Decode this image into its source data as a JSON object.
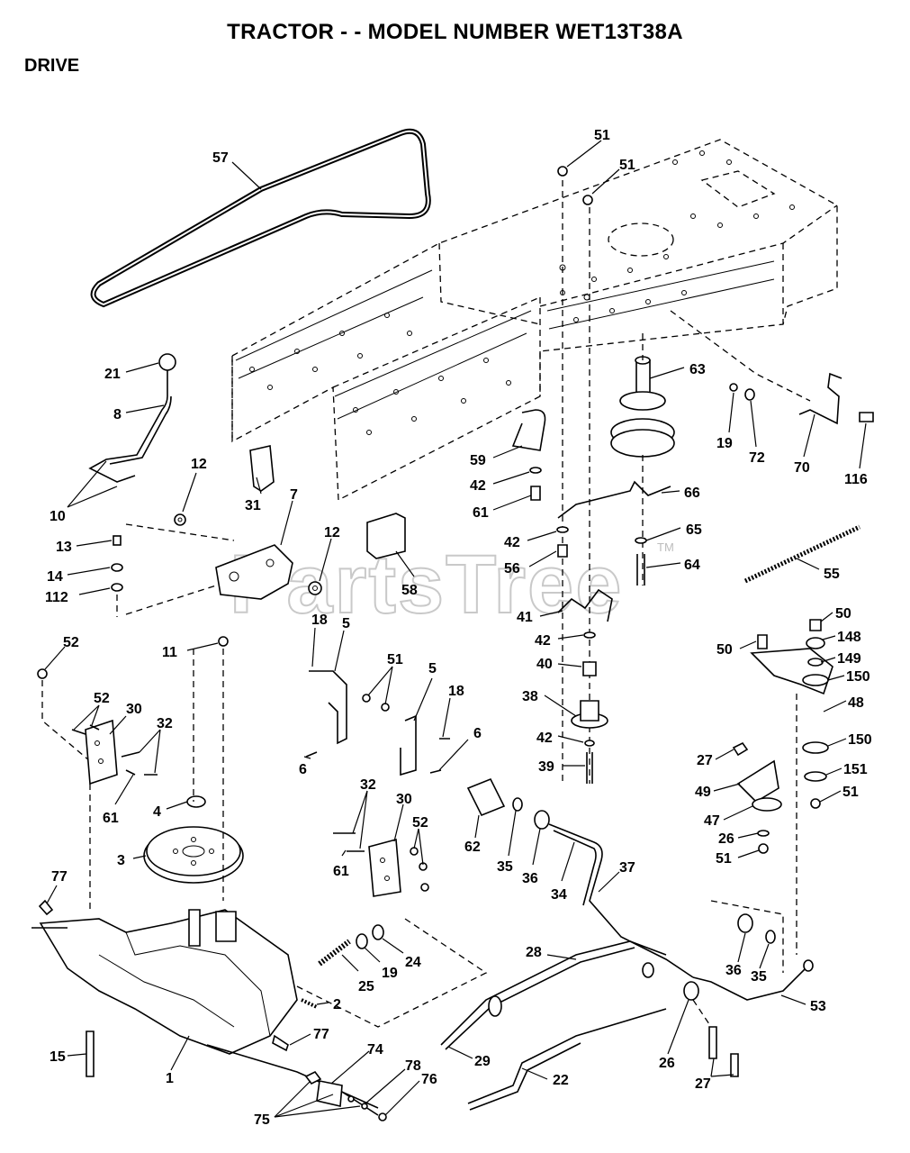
{
  "header": {
    "title": "TRACTOR - - MODEL NUMBER WET13T38A",
    "section": "DRIVE"
  },
  "watermark": {
    "text": "PartsTree",
    "mark": "TM"
  },
  "callouts": [
    {
      "id": "57",
      "text": "57"
    },
    {
      "id": "51a",
      "text": "51"
    },
    {
      "id": "51b",
      "text": "51"
    },
    {
      "id": "21",
      "text": "21"
    },
    {
      "id": "8",
      "text": "8"
    },
    {
      "id": "12a",
      "text": "12"
    },
    {
      "id": "10",
      "text": "10"
    },
    {
      "id": "31",
      "text": "31"
    },
    {
      "id": "7",
      "text": "7"
    },
    {
      "id": "12b",
      "text": "12"
    },
    {
      "id": "13",
      "text": "13"
    },
    {
      "id": "14",
      "text": "14"
    },
    {
      "id": "112",
      "text": "112"
    },
    {
      "id": "58",
      "text": "58"
    },
    {
      "id": "63",
      "text": "63"
    },
    {
      "id": "19a",
      "text": "19"
    },
    {
      "id": "72",
      "text": "72"
    },
    {
      "id": "70",
      "text": "70"
    },
    {
      "id": "116",
      "text": "116"
    },
    {
      "id": "59",
      "text": "59"
    },
    {
      "id": "42a",
      "text": "42"
    },
    {
      "id": "61a",
      "text": "61"
    },
    {
      "id": "66",
      "text": "66"
    },
    {
      "id": "42b",
      "text": "42"
    },
    {
      "id": "65",
      "text": "65"
    },
    {
      "id": "56",
      "text": "56"
    },
    {
      "id": "64",
      "text": "64"
    },
    {
      "id": "55",
      "text": "55"
    },
    {
      "id": "41",
      "text": "41"
    },
    {
      "id": "42c",
      "text": "42"
    },
    {
      "id": "40",
      "text": "40"
    },
    {
      "id": "38",
      "text": "38"
    },
    {
      "id": "42d",
      "text": "42"
    },
    {
      "id": "39",
      "text": "39"
    },
    {
      "id": "50a",
      "text": "50"
    },
    {
      "id": "50b",
      "text": "50"
    },
    {
      "id": "148",
      "text": "148"
    },
    {
      "id": "149",
      "text": "149"
    },
    {
      "id": "150a",
      "text": "150"
    },
    {
      "id": "48",
      "text": "48"
    },
    {
      "id": "150b",
      "text": "150"
    },
    {
      "id": "27a",
      "text": "27"
    },
    {
      "id": "151",
      "text": "151"
    },
    {
      "id": "49",
      "text": "49"
    },
    {
      "id": "51c",
      "text": "51"
    },
    {
      "id": "47",
      "text": "47"
    },
    {
      "id": "26a",
      "text": "26"
    },
    {
      "id": "51d",
      "text": "51"
    },
    {
      "id": "52a",
      "text": "52"
    },
    {
      "id": "11",
      "text": "11"
    },
    {
      "id": "18a",
      "text": "18"
    },
    {
      "id": "5a",
      "text": "5"
    },
    {
      "id": "51e",
      "text": "51"
    },
    {
      "id": "5b",
      "text": "5"
    },
    {
      "id": "18b",
      "text": "18"
    },
    {
      "id": "6a",
      "text": "6"
    },
    {
      "id": "6b",
      "text": "6"
    },
    {
      "id": "52b",
      "text": "52"
    },
    {
      "id": "30a",
      "text": "30"
    },
    {
      "id": "32a",
      "text": "32"
    },
    {
      "id": "61b",
      "text": "61"
    },
    {
      "id": "4",
      "text": "4"
    },
    {
      "id": "3",
      "text": "3"
    },
    {
      "id": "32b",
      "text": "32"
    },
    {
      "id": "30b",
      "text": "30"
    },
    {
      "id": "52c",
      "text": "52"
    },
    {
      "id": "61c",
      "text": "61"
    },
    {
      "id": "62",
      "text": "62"
    },
    {
      "id": "35a",
      "text": "35"
    },
    {
      "id": "36a",
      "text": "36"
    },
    {
      "id": "34",
      "text": "34"
    },
    {
      "id": "37",
      "text": "37"
    },
    {
      "id": "77a",
      "text": "77"
    },
    {
      "id": "25",
      "text": "25"
    },
    {
      "id": "19b",
      "text": "19"
    },
    {
      "id": "24",
      "text": "24"
    },
    {
      "id": "2",
      "text": "2"
    },
    {
      "id": "28",
      "text": "28"
    },
    {
      "id": "36b",
      "text": "36"
    },
    {
      "id": "35b",
      "text": "35"
    },
    {
      "id": "53",
      "text": "53"
    },
    {
      "id": "15",
      "text": "15"
    },
    {
      "id": "1",
      "text": "1"
    },
    {
      "id": "77b",
      "text": "77"
    },
    {
      "id": "29",
      "text": "29"
    },
    {
      "id": "26b",
      "text": "26"
    },
    {
      "id": "74",
      "text": "74"
    },
    {
      "id": "78",
      "text": "78"
    },
    {
      "id": "76",
      "text": "76"
    },
    {
      "id": "22",
      "text": "22"
    },
    {
      "id": "27b",
      "text": "27"
    },
    {
      "id": "75",
      "text": "75"
    }
  ]
}
